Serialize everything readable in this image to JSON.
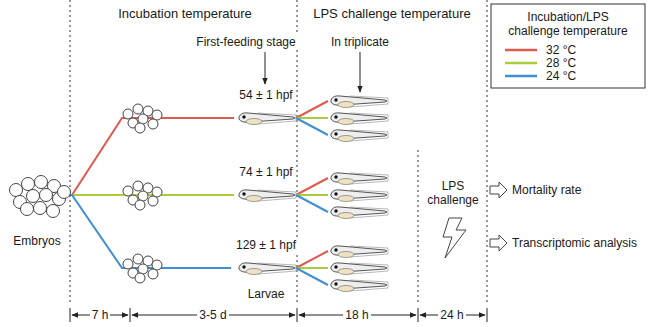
{
  "diagram": {
    "nodes": [
      {
        "text": [
          "Embryos"
        ]
      },
      {
        "text": [
          "54 ± 1 hpf"
        ]
      },
      {
        "text": [
          "74 ± 1 hpf"
        ]
      },
      {
        "text": [
          "129 ± 1 hpf"
        ]
      }
    ],
    "edges": [
      {
        "from": 0,
        "to": 1,
        "arrow": "none"
      },
      {
        "from": 0,
        "to": 2,
        "arrow": "none"
      },
      {
        "from": 0,
        "to": 3,
        "arrow": "none"
      }
    ],
    "labels": [
      "Incubation temperature",
      "LPS challenge temperature",
      "Incubation/LPS challenge temperature",
      "First-feeding stage",
      "In triplicate",
      "Larvae",
      "LPS challenge",
      "Mortality rate",
      "Transcriptomic analysis",
      "7 h",
      "3-5 d",
      "18 h",
      "24 h"
    ],
    "legend": [
      {
        "text": "32 °C"
      },
      {
        "text": "28 °C"
      },
      {
        "text": "24 °C"
      }
    ]
  }
}
